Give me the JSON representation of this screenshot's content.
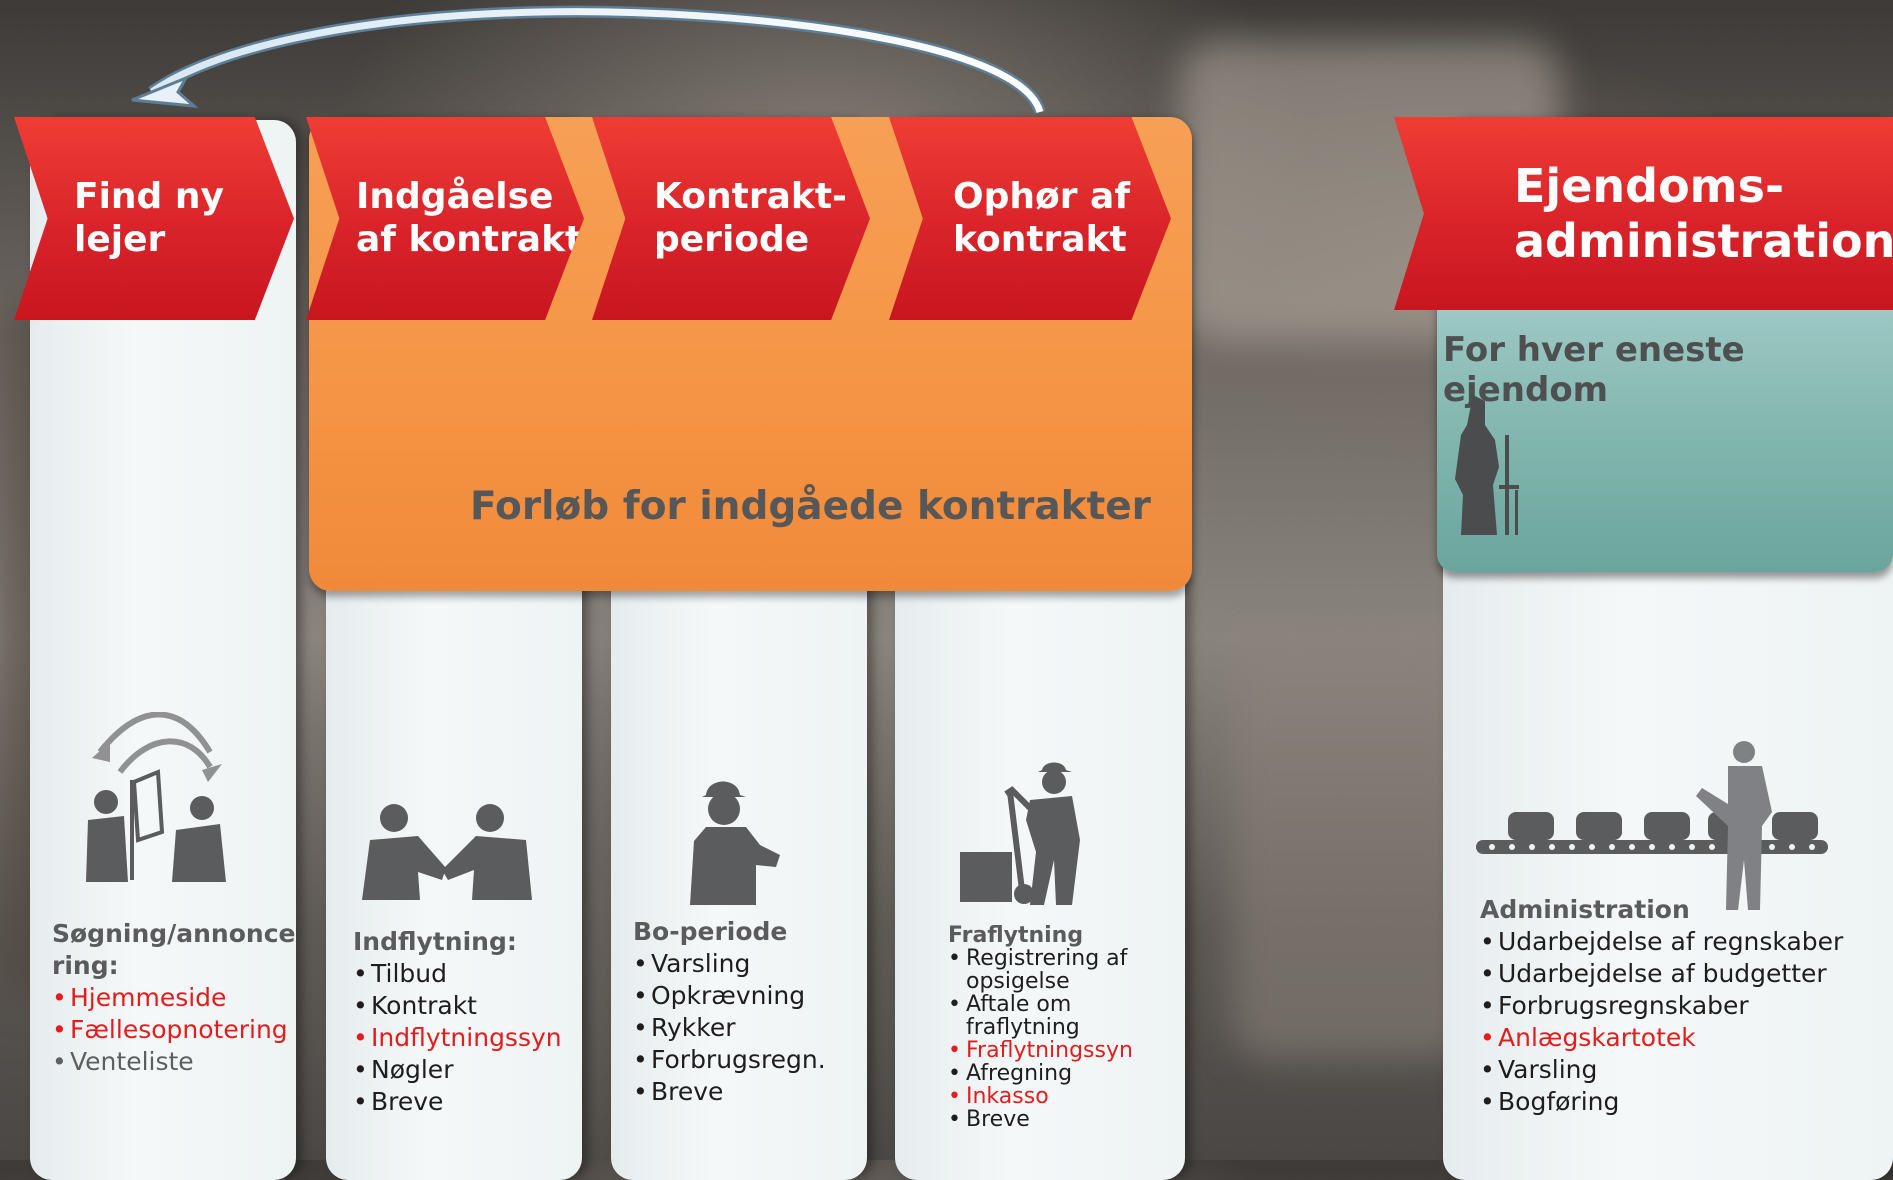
{
  "colors": {
    "chevron_red": "#d9232a",
    "orange_panel": "#f59444",
    "teal_panel": "#7fb4ad",
    "highlight_red": "#e41c1c",
    "icon_gray": "#5a5c5e"
  },
  "steps": [
    {
      "label": "Find ny\nlejer"
    },
    {
      "label": "Indgåelse\naf kontrakt"
    },
    {
      "label": "Kontrakt-\nperiode"
    },
    {
      "label": "Ophør af\nkontrakt"
    },
    {
      "label": "Ejendoms-\nadministration"
    }
  ],
  "orange_panel_title": "Forløb for indgåede kontrakter",
  "teal_panel_title": "For hver eneste ejendom",
  "columns": [
    {
      "icon": "meeting-presentation-icon",
      "heading": "Søgning/annonce\nring:",
      "items": [
        {
          "text": "Hjemmeside",
          "style": "highlight"
        },
        {
          "text": "Fællesopnotering",
          "style": "highlight"
        },
        {
          "text": "Venteliste",
          "style": "muted"
        }
      ]
    },
    {
      "icon": "handshake-icon",
      "heading": "Indflytning:",
      "items": [
        {
          "text": "Tilbud",
          "style": "normal"
        },
        {
          "text": "Kontrakt",
          "style": "normal"
        },
        {
          "text": "Indflytningssyn",
          "style": "highlight"
        },
        {
          "text": "Nøgler",
          "style": "normal"
        },
        {
          "text": "Breve",
          "style": "normal"
        }
      ]
    },
    {
      "icon": "worker-icon",
      "heading": "Bo-periode",
      "items": [
        {
          "text": "Varsling",
          "style": "normal"
        },
        {
          "text": "Opkrævning",
          "style": "normal"
        },
        {
          "text": "Rykker",
          "style": "normal"
        },
        {
          "text": "Forbrugsregn.",
          "style": "normal"
        },
        {
          "text": "Breve",
          "style": "normal"
        }
      ]
    },
    {
      "icon": "hand-truck-mover-icon",
      "heading": "Fraflytning",
      "items": [
        {
          "text": "Registrering af opsigelse",
          "style": "normal"
        },
        {
          "text": "Aftale om fraflytning",
          "style": "normal"
        },
        {
          "text": "Fraflytningssyn",
          "style": "highlight"
        },
        {
          "text": "Afregning",
          "style": "normal"
        },
        {
          "text": "Inkasso",
          "style": "highlight"
        },
        {
          "text": "Breve",
          "style": "normal"
        }
      ]
    },
    {
      "icon": "conveyor-worker-icon",
      "heading": "Administration",
      "items": [
        {
          "text": "Udarbejdelse af regnskaber",
          "style": "normal"
        },
        {
          "text": "Udarbejdelse af budgetter",
          "style": "normal"
        },
        {
          "text": "Forbrugsregnskaber",
          "style": "normal"
        },
        {
          "text": "Anlægskartotek",
          "style": "highlight"
        },
        {
          "text": "Varsling",
          "style": "normal"
        },
        {
          "text": "Bogføring",
          "style": "normal"
        }
      ]
    }
  ],
  "icons": {
    "return_arrow": "curved-return-arrow-icon",
    "teal": "person-with-tools-icon"
  }
}
